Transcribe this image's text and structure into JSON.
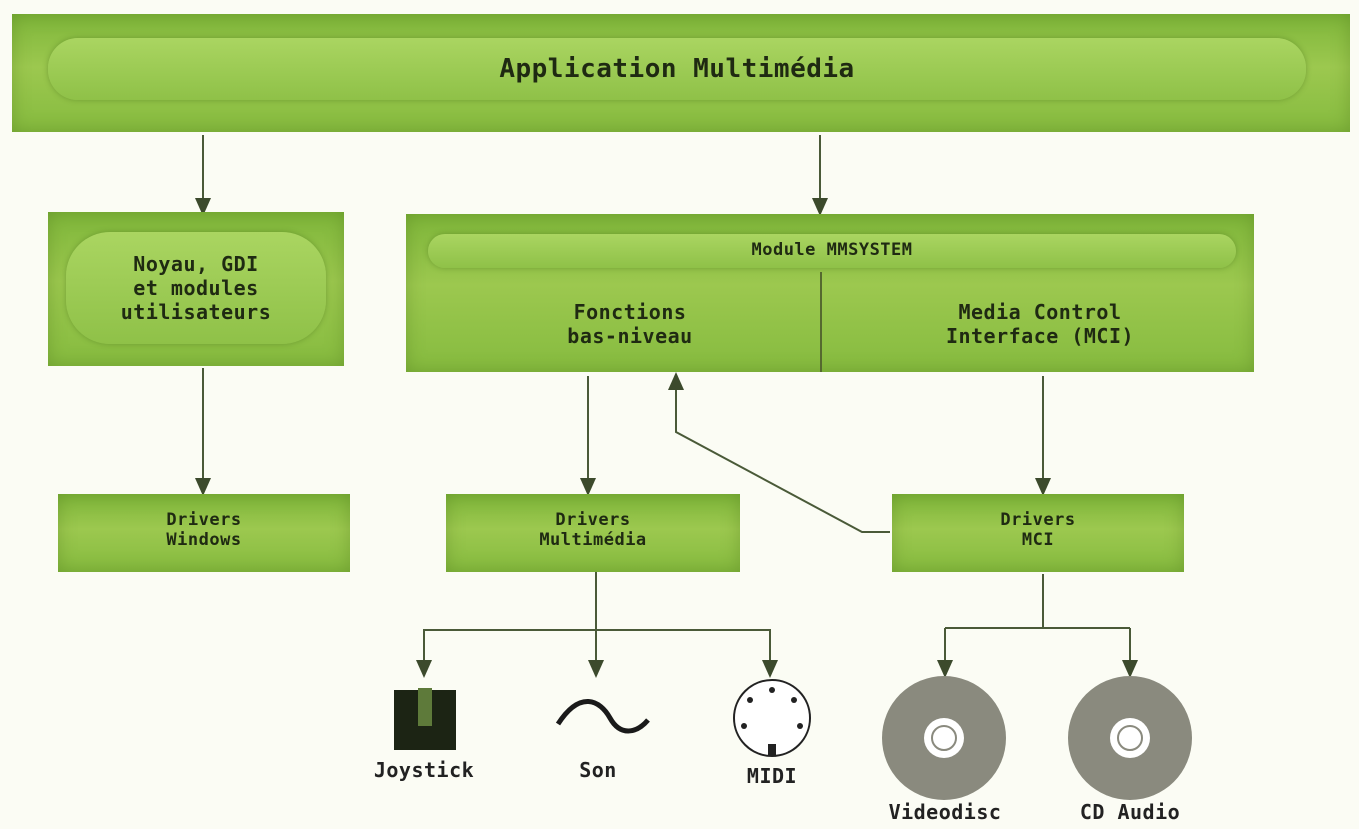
{
  "top": {
    "title": "Application Multimédia"
  },
  "left_box": {
    "label": "Noyau, GDI\net modules\nutilisateurs"
  },
  "mmsystem": {
    "header": "Module MMSYSTEM",
    "low_level": "Fonctions\nbas-niveau",
    "mci": "Media Control\nInterface (MCI)"
  },
  "drivers": {
    "windows": "Drivers\nWindows",
    "multimedia": "Drivers\nMultimédia",
    "mci": "Drivers\nMCI"
  },
  "devices": {
    "joystick": "Joystick",
    "son": "Son",
    "midi": "MIDI",
    "videodisc": "Videodisc",
    "cd_audio": "CD Audio"
  },
  "colors": {
    "panel": "#8fc148",
    "line": "#3c4a2c",
    "disc": "#8a8a7e"
  }
}
